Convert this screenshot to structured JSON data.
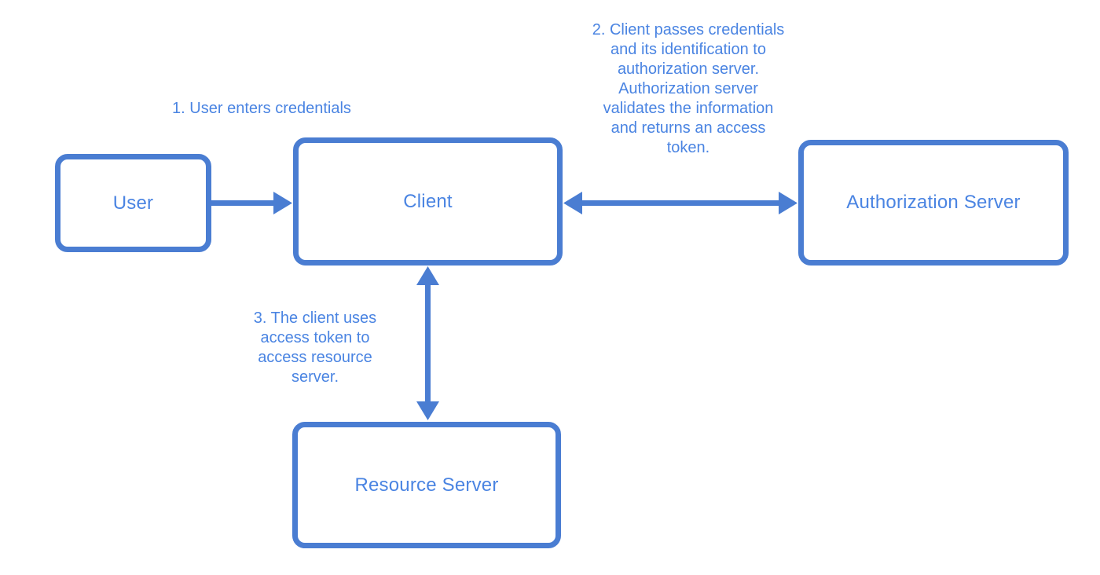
{
  "diagram": {
    "type": "flow-diagram",
    "accent_color": "#4a7dd2",
    "text_color": "#4a84e2",
    "background_color": "#ffffff",
    "nodes": {
      "user": {
        "label": "User"
      },
      "client": {
        "label": "Client"
      },
      "authorization_server": {
        "label": "Authorization Server"
      },
      "resource_server": {
        "label": "Resource Server"
      }
    },
    "annotations": {
      "step1": {
        "text": "1. User enters credentials"
      },
      "step2": {
        "text": "2. Client passes credentials\nand its identification to\nauthorization server.\nAuthorization server\nvalidates the information\nand returns an access\ntoken."
      },
      "step3": {
        "text": "3. The client uses\naccess token to\naccess resource\nserver."
      }
    },
    "edges": [
      {
        "from": "user",
        "to": "client",
        "style": "single-arrow",
        "direction": "right"
      },
      {
        "from": "client",
        "to": "authorization_server",
        "style": "double-arrow",
        "direction": "horizontal"
      },
      {
        "from": "client",
        "to": "resource_server",
        "style": "double-arrow",
        "direction": "vertical"
      }
    ]
  }
}
